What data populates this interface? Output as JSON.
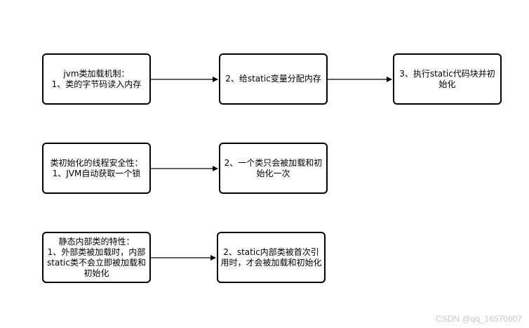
{
  "diagram": {
    "nodes": {
      "jvm_loading": "jvm类加载机制：\n1、类的字节码读入内存",
      "static_alloc": "2、给static变量分配内存",
      "static_block": "3、执行static代码块并初始化",
      "thread_safety": "类初始化的线程安全性：\n1、JVM自动获取一个锁",
      "load_once": "2、一个类只会被加载和初始化一次",
      "inner_class": "静态内部类的特性：\n1、外部类被加载时，内部static类不会立即被加载和初始化",
      "inner_first_use": "2、static内部类被首次引用时，才会被加载和初始化"
    },
    "colors": {
      "stroke": "#000000",
      "fill": "#ffffff"
    }
  },
  "watermark": "CSDN @qq_16570607"
}
